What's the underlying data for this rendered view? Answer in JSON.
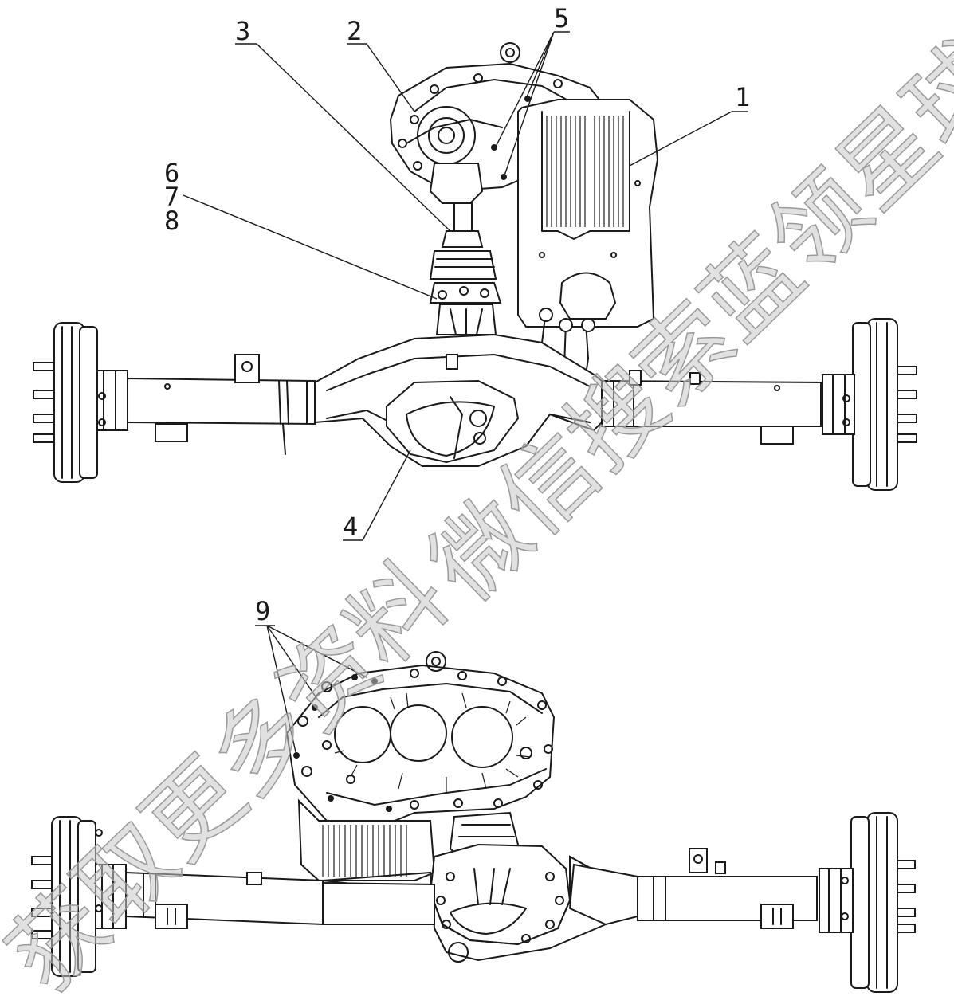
{
  "callouts": {
    "c1": "1",
    "c2": "2",
    "c3": "3",
    "c4": "4",
    "c5": "5",
    "c6": "6",
    "c7": "7",
    "c8": "8",
    "c9": "9"
  },
  "watermark": {
    "line1": "微信搜索蓝领星球",
    "line2": "获取更多资料"
  },
  "colors": {
    "ink": "#1a1a1a",
    "watermark": "#c8c8c8"
  }
}
